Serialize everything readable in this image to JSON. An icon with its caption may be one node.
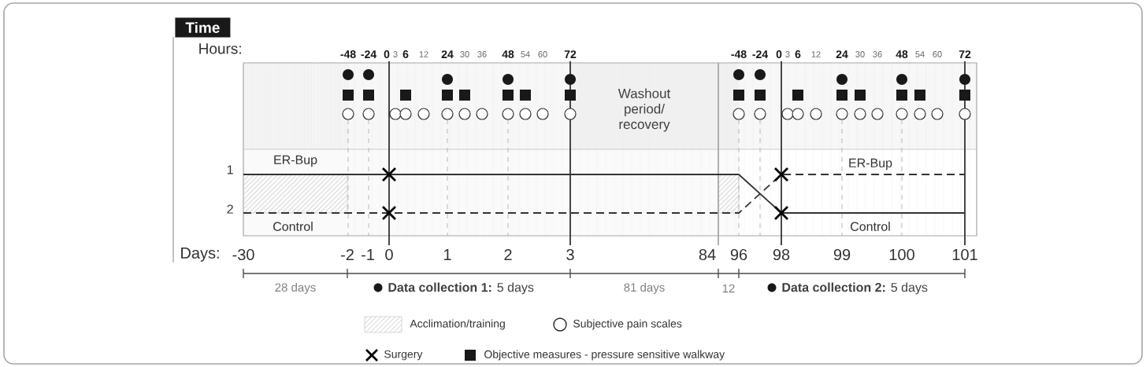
{
  "diagram": {
    "nodes": [
      {
        "text": [
          "Time"
        ]
      },
      {
        "text": [
          "Washout period/ recovery"
        ]
      }
    ],
    "labels": [
      "Hours:",
      "-48",
      "-24",
      "0",
      "3",
      "6",
      "12",
      "24",
      "30",
      "36",
      "48",
      "54",
      "60",
      "72",
      "-48",
      "-24",
      "0",
      "3",
      "6",
      "12",
      "24",
      "30",
      "36",
      "48",
      "54",
      "60",
      "72",
      "1",
      "2",
      "ER-Bup",
      "Control",
      "ER-Bup",
      "Control",
      "Days:",
      "-30",
      "-2",
      "-1",
      "0",
      "1",
      "2",
      "3",
      "84",
      "96",
      "98",
      "99",
      "100",
      "101",
      "28 days",
      "**Data collection 1:** 5 days",
      "81 days",
      "12",
      "**Data collection 2:** 5 days"
    ],
    "legend": [
      {
        "text": "Acclimation/training"
      },
      {
        "text": "Subjective pain scales"
      },
      {
        "text": "Surgery"
      },
      {
        "text": "Objective measures - pressure sensitive walkway"
      }
    ]
  }
}
